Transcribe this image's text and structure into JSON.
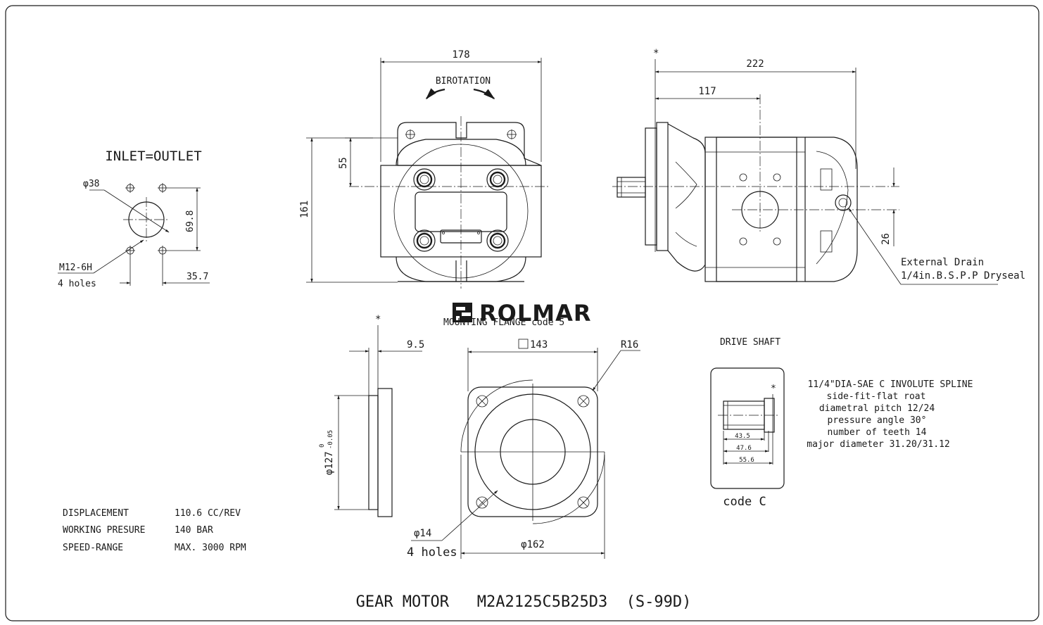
{
  "title": "GEAR MOTOR   M2A2125C5B25D3  (S-99D)",
  "brand": "ROLMAR",
  "inlet_view": {
    "heading": "INLET=OUTLET",
    "bore": "φ38",
    "thread": "M12-6H",
    "holes": "4 holes",
    "vertical_spacing": "69.8",
    "horizontal_spacing": "35.7"
  },
  "front_view": {
    "width": "178",
    "rotation_label": "BIROTATION",
    "height": "161",
    "port_offset": "55"
  },
  "side_view": {
    "marker": "*",
    "overall_length": "222",
    "port_position": "117",
    "drain_offset": "26",
    "drain_label_1": "External Drain",
    "drain_label_2": "1/4in.B.S.P.P Dryseal"
  },
  "flange_view": {
    "heading": "MOUNTING FLANGE  code 5",
    "marker": "*",
    "flange_thickness": "9.5",
    "pilot_diameter": "φ127",
    "pilot_tol_upper": "0",
    "pilot_tol_lower": "-0.05",
    "square": "143",
    "corner_radius": "R16",
    "hole_diameter": "φ14",
    "holes": "4 holes",
    "bolt_circle": "φ162"
  },
  "drive_shaft": {
    "heading": "DRIVE SHAFT",
    "code": "code C",
    "dim_1": "43.5",
    "dim_2": "47.6",
    "dim_3": "55.6",
    "spec": [
      "11/4\"DIA-SAE C  INVOLUTE SPLINE",
      "side-fit-flat roat",
      "diametral pitch  12/24",
      "pressure angle  30°",
      "number of teeth  14",
      "major diameter  31.20/31.12"
    ]
  },
  "specs": [
    {
      "label": "DISPLACEMENT",
      "value": "110.6 CC/REV"
    },
    {
      "label": "WORKING PRESURE",
      "value": "140 BAR"
    },
    {
      "label": "SPEED-RANGE",
      "value": "MAX. 3000  RPM"
    }
  ]
}
